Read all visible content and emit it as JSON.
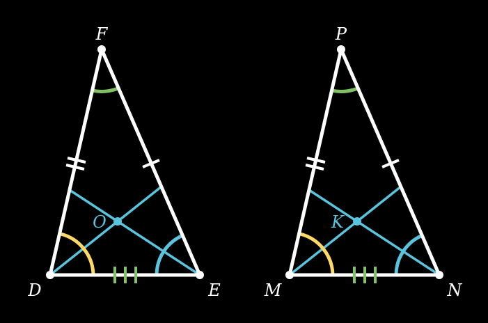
{
  "colors": {
    "background": "#000000",
    "triangle": "#ffffff",
    "cevian": "#58c4dd",
    "apex_angle": "#83c167",
    "base_angle_left": "#ffd966",
    "base_angle_right": "#58c4dd",
    "base_ticks": "#83c167",
    "side_ticks": "#ffffff"
  },
  "triangles": [
    {
      "labels": {
        "apex": "F",
        "left": "D",
        "right": "E",
        "center": "O"
      }
    },
    {
      "labels": {
        "apex": "P",
        "left": "M",
        "right": "N",
        "center": "K"
      }
    }
  ]
}
